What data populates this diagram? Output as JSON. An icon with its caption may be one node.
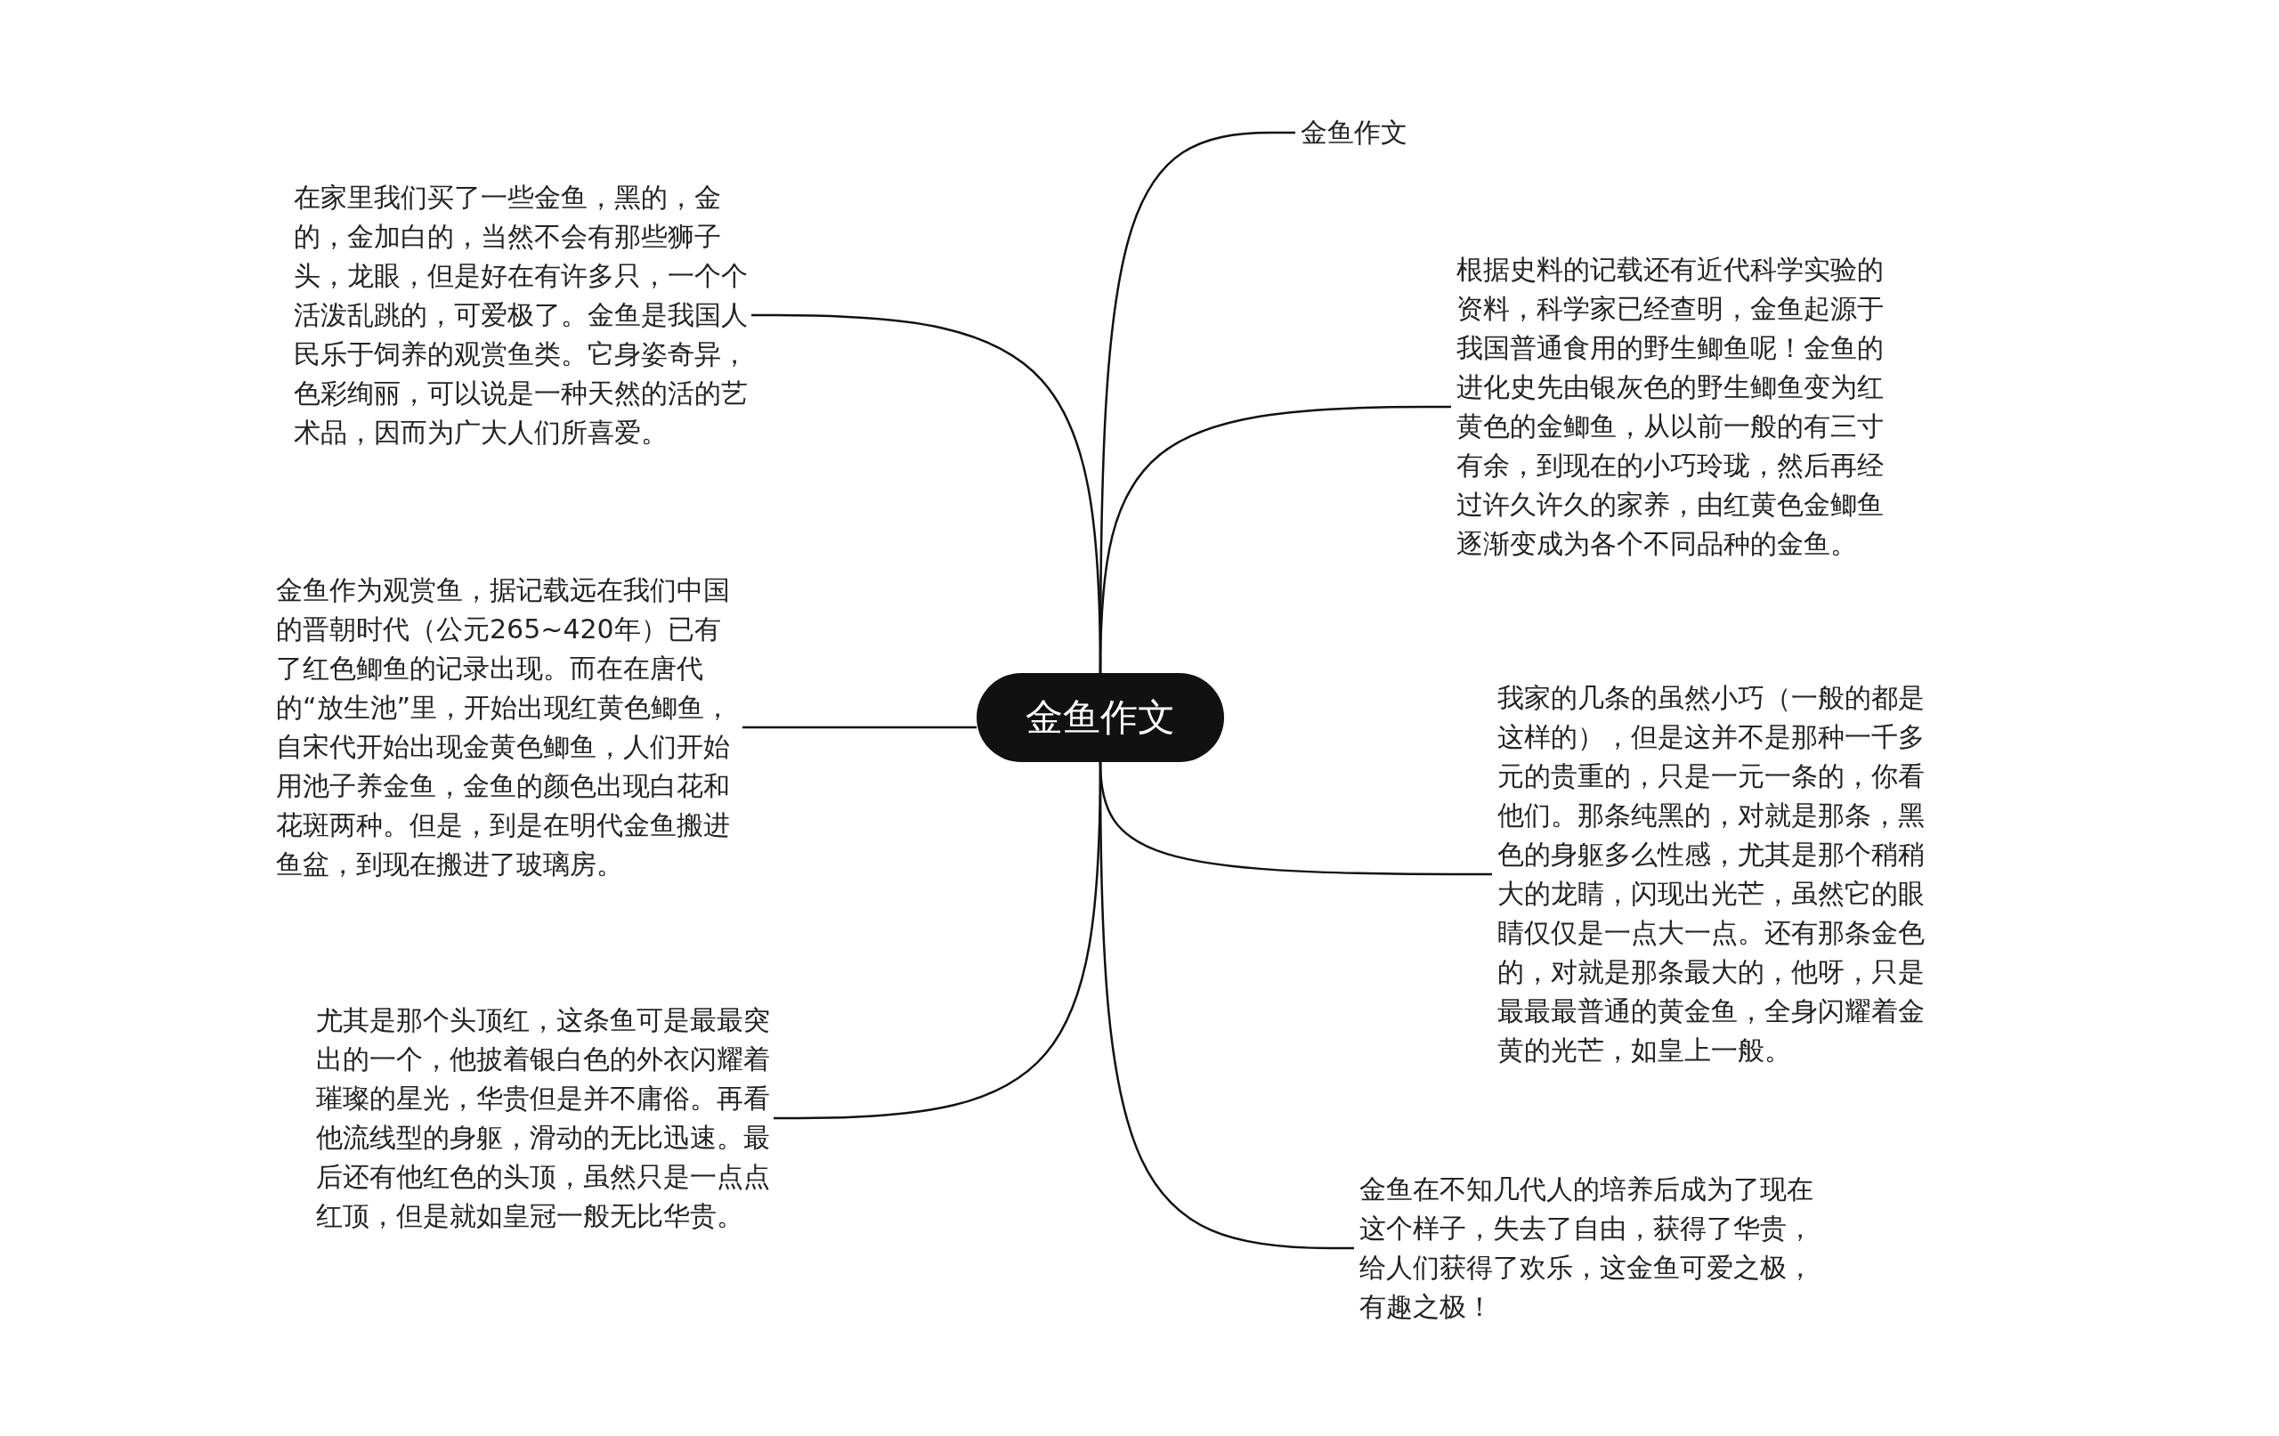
{
  "diagram": {
    "nodes": [
      {
        "text": [
          "金鱼作文"
        ]
      },
      {
        "text": [
          "金鱼作文"
        ]
      },
      {
        "text": [
          "在家里我们买了一些金鱼，黑的，金的，金加白的，当然不会有那些狮子头，龙眼，但是好在有许多只，一个个活泼乱跳的，可爱极了。金鱼是我国人民乐于饲养的观赏鱼类。它身姿奇异，色彩绚丽，可以说是一种天然的活的艺术品，因而为广大人们所喜爱。"
        ]
      },
      {
        "text": [
          "根据史料的记载还有近代科学实验的资料，科学家已经查明，金鱼起源于我国普通食用的野生鲫鱼呢！金鱼的进化史先由银灰色的野生鲫鱼变为红黄色的金鲫鱼，从以前一般的有三寸有余，到现在的小巧玲珑，然后再经过许久许久的家养，由红黄色金鲫鱼逐渐变成为各个不同品种的金鱼。"
        ]
      },
      {
        "text": [
          "金鱼作为观赏鱼，据记载远在我们中国的晋朝时代（公元265~420年）已有了红色鲫鱼的记录出现。而在在唐代的“放生池”里，开始出现红黄色鲫鱼，自宋代开始出现金黄色鲫鱼，人们开始用池子养金鱼，金鱼的颜色出现白花和花斑两种。但是，到是在明代金鱼搬进鱼盆，到现在搬进了玻璃房。"
        ]
      },
      {
        "text": [
          "我家的几条的虽然小巧（一般的都是这样的），但是这并不是那种一千多元的贵重的，只是一元一条的，你看他们。那条纯黑的，对就是那条，黑色的身躯多么性感，尤其是那个稍稍大的龙睛，闪现出光芒，虽然它的眼睛仅仅是一点大一点。还有那条金色的，对就是那条最大的，他呀，只是最最最普通的黄金鱼，全身闪耀着金黄的光芒，如皇上一般。"
        ]
      },
      {
        "text": [
          "尤其是那个头顶红，这条鱼可是最最突出的一个，他披着银白色的外衣闪耀着璀璨的星光，华贵但是并不庸俗。再看他流线型的身躯，滑动的无比迅速。最后还有他红色的头顶，虽然只是一点点红顶，但是就如皇冠一般无比华贵。"
        ]
      },
      {
        "text": [
          "金鱼在不知几代人的培养后成为了现在这个样子，失去了自由，获得了华贵，给人们获得了欢乐，这金鱼可爱之极，有趣之极！"
        ]
      }
    ],
    "edges": [
      {
        "from": 0,
        "to": 1,
        "arrow": "none"
      },
      {
        "from": 0,
        "to": 2,
        "arrow": "none"
      },
      {
        "from": 0,
        "to": 3,
        "arrow": "none"
      },
      {
        "from": 0,
        "to": 4,
        "arrow": "none"
      },
      {
        "from": 0,
        "to": 5,
        "arrow": "none"
      },
      {
        "from": 0,
        "to": 6,
        "arrow": "none"
      },
      {
        "from": 0,
        "to": 7,
        "arrow": "none"
      }
    ]
  }
}
